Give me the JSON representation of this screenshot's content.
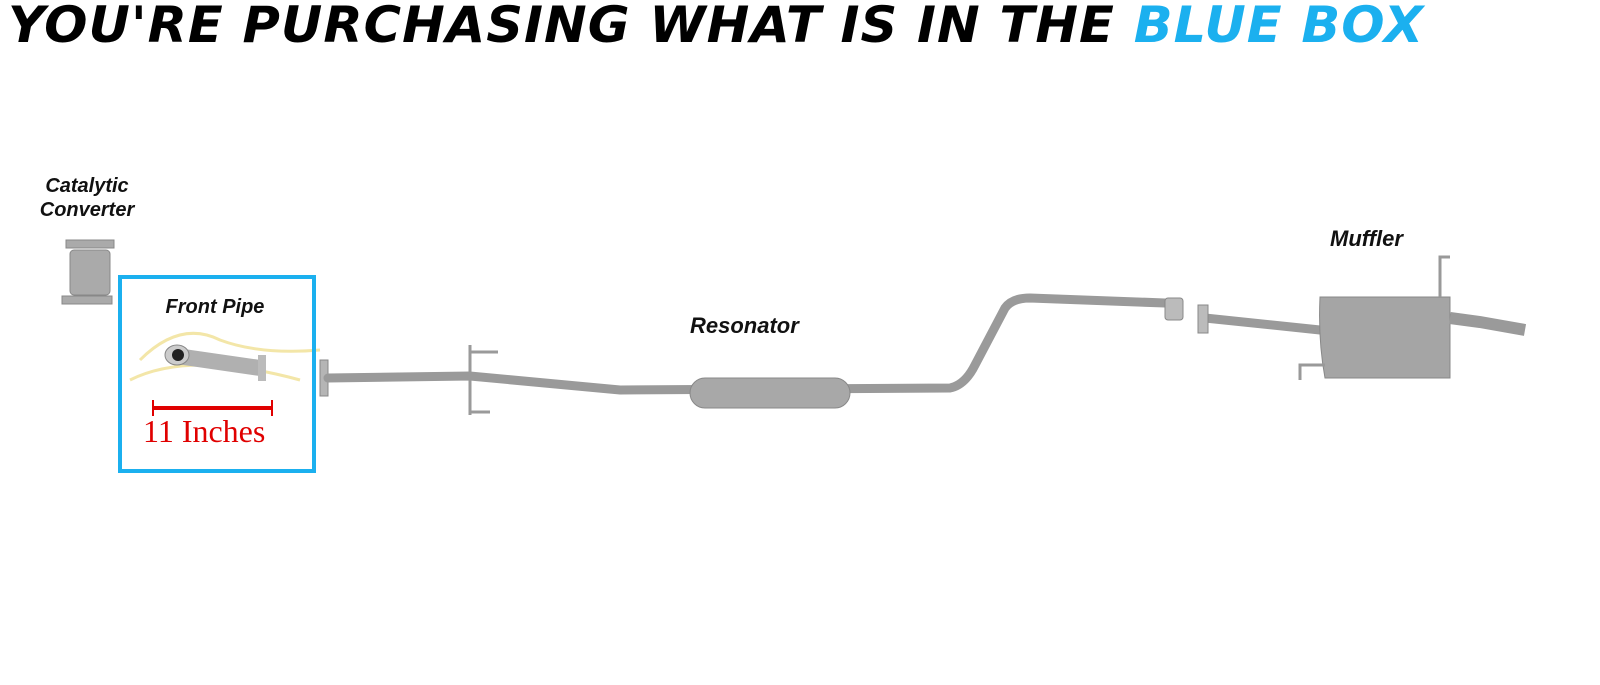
{
  "title": {
    "main": "YOU'RE PURCHASING WHAT IS IN THE",
    "highlight": "BLUE BOX"
  },
  "labels": {
    "catalytic_converter": "Catalytic Converter",
    "front_pipe": "Front Pipe",
    "measurement": "11 Inches",
    "resonator": "Resonator",
    "muffler": "Muffler"
  },
  "colors": {
    "highlight": "#1bb0ef",
    "measurement": "#e00000",
    "pipe": "#9a9a9a"
  }
}
